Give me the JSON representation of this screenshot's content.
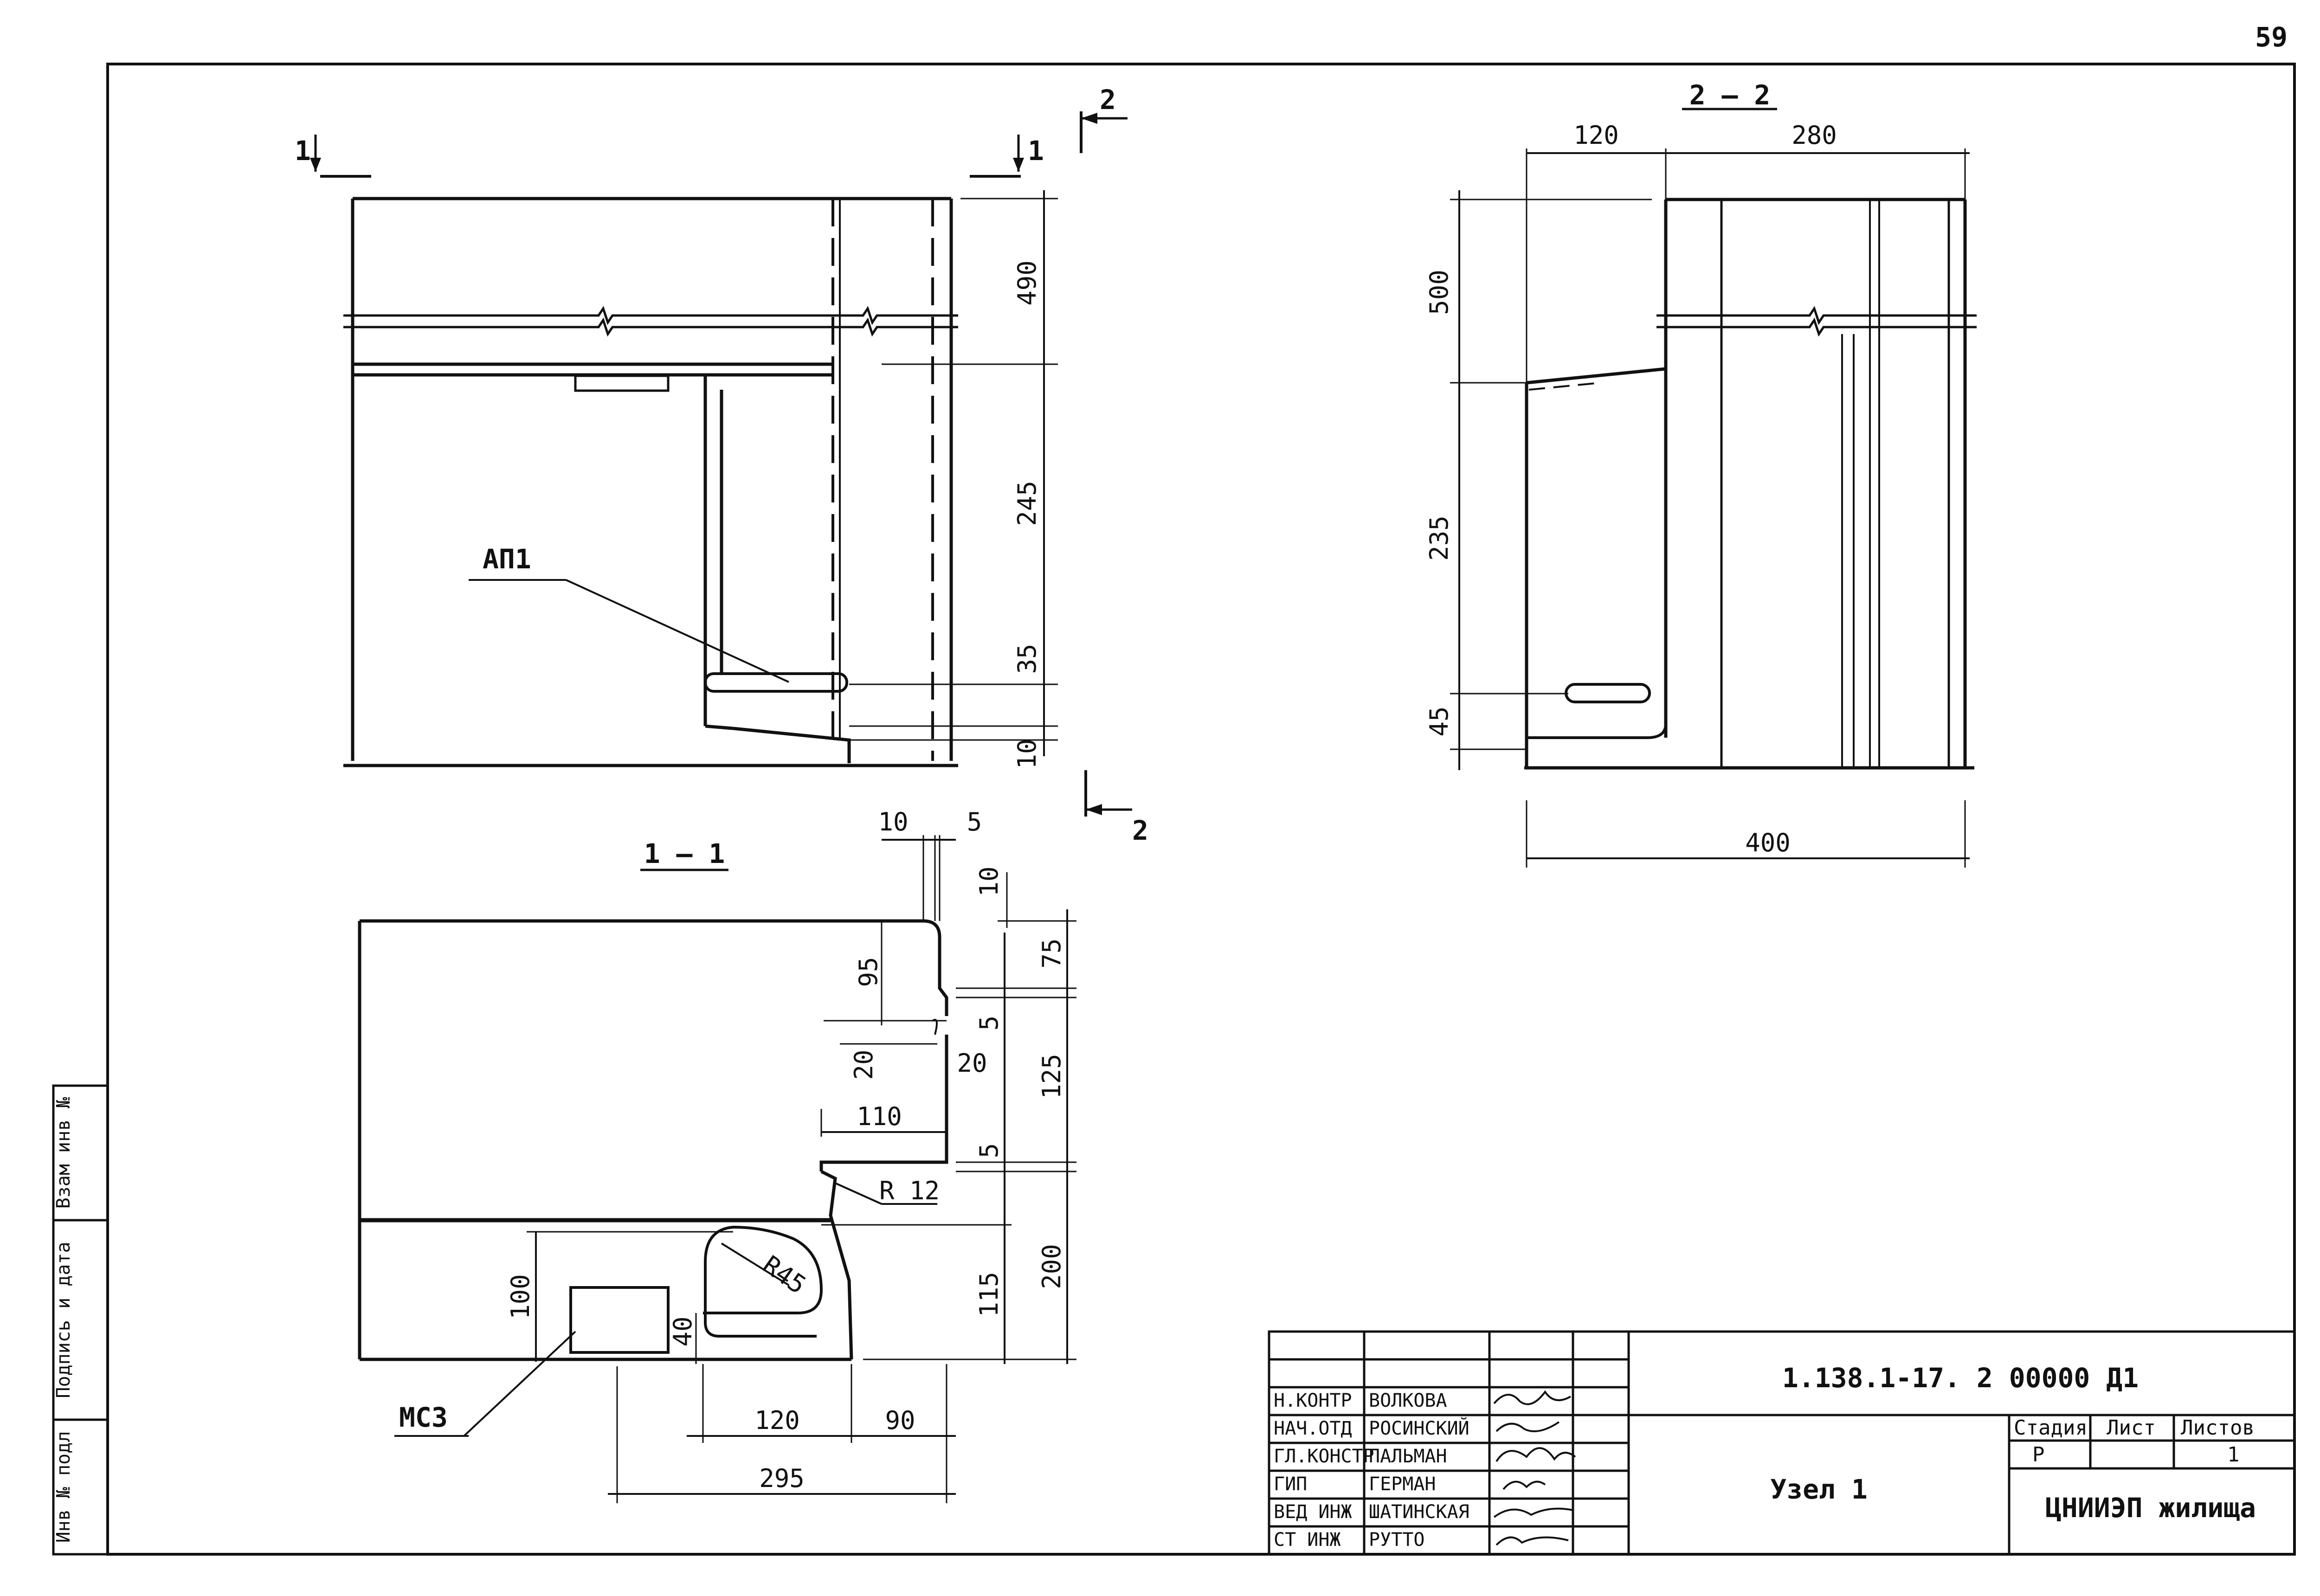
{
  "page_number": "59",
  "views": {
    "top": {
      "section_mark_1_left": "1",
      "section_mark_1_right": "1",
      "section_mark_2_top": "2",
      "section_mark_2_bottom": "2",
      "label_ap": "АП1",
      "dims": [
        "490",
        "245",
        "35",
        "10"
      ]
    },
    "section_2_2": {
      "title": "2 — 2",
      "dims_top": [
        "120",
        "280"
      ],
      "dims_left": [
        "500",
        "235",
        "45"
      ],
      "dim_bottom": "400"
    },
    "section_1_1": {
      "title": "1 — 1",
      "label_mc": "МС3",
      "dims_top": [
        "10",
        "5"
      ],
      "dims_right": [
        "10",
        "75",
        "5",
        "125",
        "5",
        "200",
        "115"
      ],
      "dims_inner": [
        "95",
        "20",
        "20",
        "110"
      ],
      "radius_small": "R 12",
      "radius_large": "R45",
      "dims_left": [
        "100",
        "40"
      ],
      "dims_bottom": [
        "120",
        "90",
        "295"
      ]
    }
  },
  "side_stamp": {
    "col1": "Инв № подл",
    "col2": "Подпись и дата",
    "col3": "Взам инв №"
  },
  "title_block": {
    "doc_code": "1.138.1-17. 2 00000 Д1",
    "title": "Узел 1",
    "stage_header": "Стадия",
    "sheet_header": "Лист",
    "sheets_header": "Листов",
    "stage_value": "Р",
    "sheet_value": "",
    "sheets_value": "1",
    "organization": "ЦНИИЭП жилища",
    "staff": [
      {
        "role": "Н.КОНТР",
        "name": "ВОЛКОВА"
      },
      {
        "role": "НАЧ.ОТД",
        "name": "РОСИНСКИЙ"
      },
      {
        "role": "ГЛ.КОНСТР",
        "name": "ПАЛЬМАН"
      },
      {
        "role": "ГИП",
        "name": "ГЕРМАН"
      },
      {
        "role": "ВЕД ИНЖ",
        "name": "ШАТИНСКАЯ"
      },
      {
        "role": "СТ ИНЖ",
        "name": "РУТТО"
      }
    ]
  }
}
